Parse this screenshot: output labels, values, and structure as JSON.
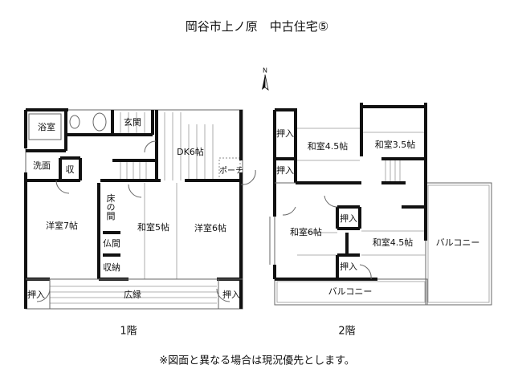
{
  "title": "岡谷市上ノ原　中古住宅⑤",
  "compass_label": "N",
  "floor1": {
    "label": "1階",
    "rooms": {
      "bath": "浴室",
      "entrance": "玄関",
      "dk": "DK6帖",
      "washroom": "洗面",
      "storage": "収",
      "porch": "ポーチ",
      "western7": "洋室7帖",
      "tokonoma": "床の間",
      "butsuma": "仏間",
      "closet": "収納",
      "japanese5": "和室5帖",
      "western6": "洋室6帖",
      "oshiire_left": "押入",
      "engawa": "広縁",
      "oshiire_right": "押入"
    }
  },
  "floor2": {
    "label": "2階",
    "rooms": {
      "oshiire1": "押入",
      "oshiire2": "押入",
      "japanese45a": "和室4.5帖",
      "japanese35": "和室3.5帖",
      "japanese6": "和室6帖",
      "oshiire3": "押入",
      "oshiire4": "押入",
      "japanese45b": "和室4.5帖",
      "balcony_right": "バルコニー",
      "balcony_bottom": "バルコニー"
    }
  },
  "note": "※図面と異なる場合は現況優先とします。"
}
